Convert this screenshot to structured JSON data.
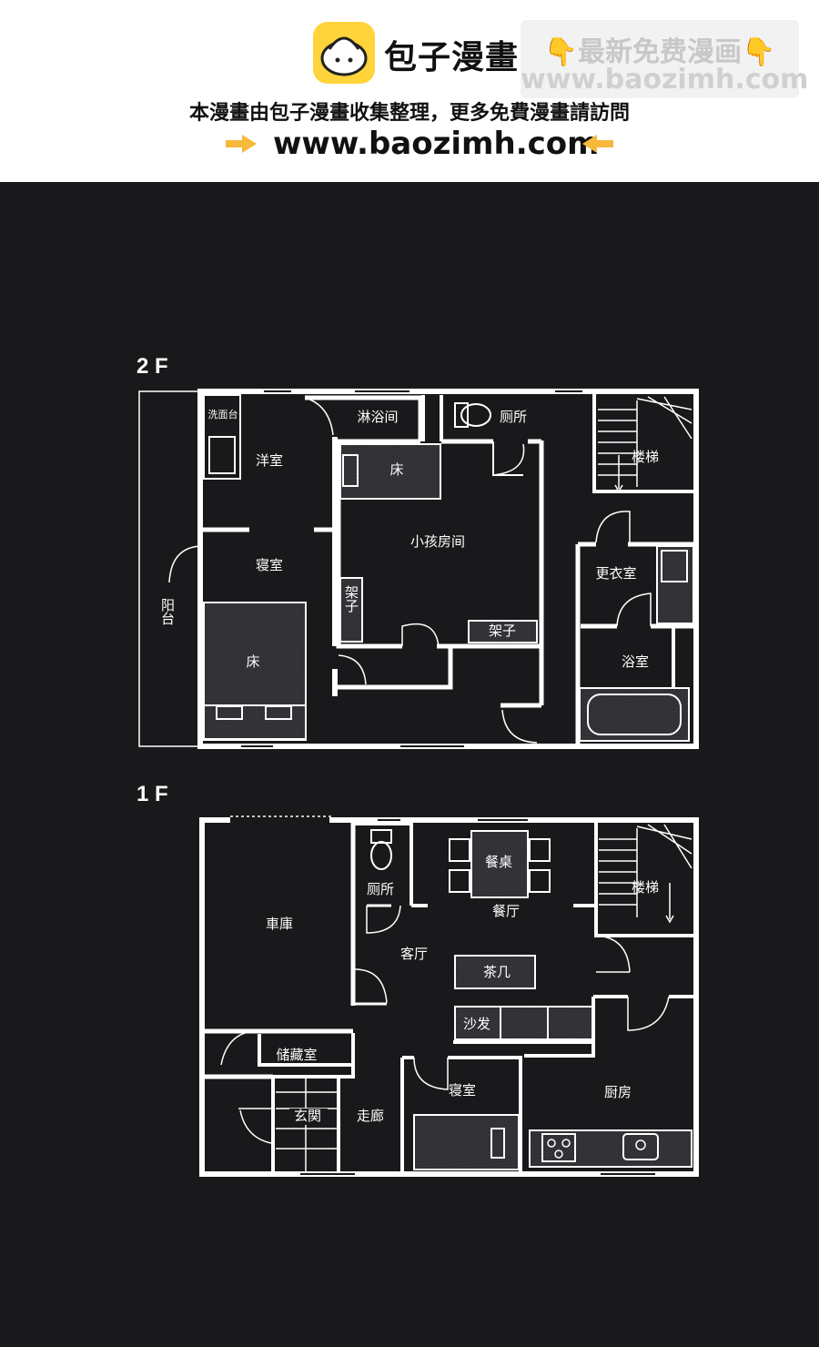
{
  "banner": {
    "brand": "包子漫畫",
    "promo_line1": "👇最新免费漫画👇",
    "promo_line2": "www.baozimh.com",
    "notice": "本漫畫由包子漫畫收集整理，更多免費漫畫請訪問",
    "url": "www.baozimh.com"
  },
  "floor2": {
    "title": "2 F",
    "rooms": {
      "sink": "洗面台",
      "western_room": "洋室",
      "shower": "淋浴间",
      "toilet": "厕所",
      "stairs": "楼梯",
      "bed_kid": "床",
      "kids_room": "小孩房间",
      "bedroom": "寝室",
      "balcony": "阳台",
      "shelf_left": "架子",
      "shelf_right": "架子",
      "bed_main": "床",
      "dressing": "更衣室",
      "bath": "浴室"
    }
  },
  "floor1": {
    "title": "1 F",
    "rooms": {
      "garage": "車庫",
      "toilet": "厕所",
      "dining_table": "餐桌",
      "dining": "餐厅",
      "stairs": "楼梯",
      "living": "客厅",
      "coffee_table": "茶几",
      "sofa": "沙发",
      "storage": "储藏室",
      "bedroom": "寝室",
      "kitchen": "厨房",
      "entrance": "玄関",
      "hallway": "走廊"
    }
  }
}
